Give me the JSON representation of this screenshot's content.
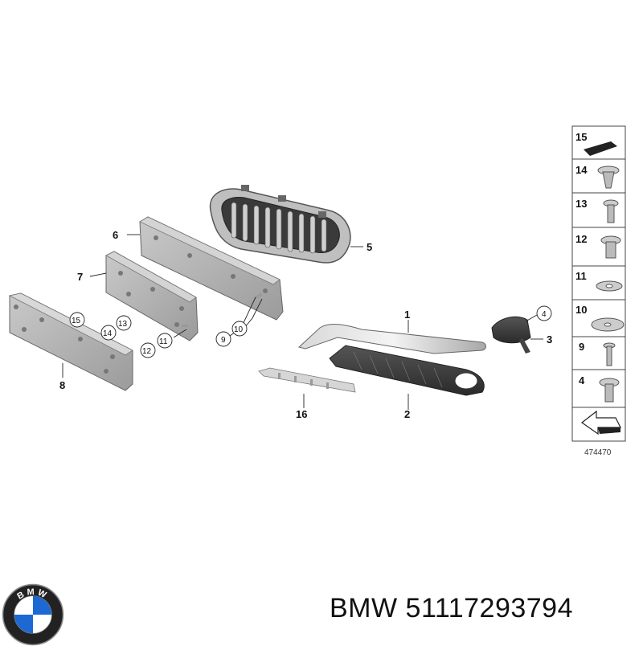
{
  "callouts": {
    "c1": "1",
    "c2": "2",
    "c3": "3",
    "c4": "4",
    "c5": "5",
    "c6": "6",
    "c7": "7",
    "c8": "8",
    "c9": "9",
    "c10": "10",
    "c11": "11",
    "c12": "12",
    "c13": "13",
    "c14": "14",
    "c15": "15",
    "c16": "16"
  },
  "legend": {
    "items": [
      "15",
      "14",
      "13",
      "12",
      "11",
      "10",
      "9",
      "4"
    ]
  },
  "diagram_ref": "474470",
  "footer": {
    "brand": "BMW",
    "part_number": "51117293794",
    "text": "BMW 51117293794"
  },
  "logo": {
    "letters": "BMW",
    "icon": "bmw-roundel-icon"
  }
}
